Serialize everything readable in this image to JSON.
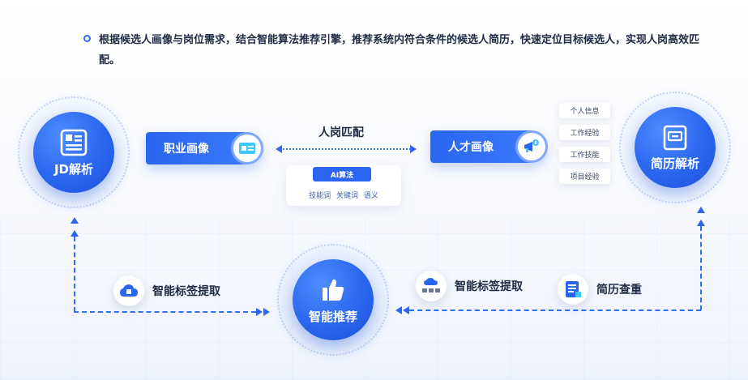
{
  "intro": {
    "text": "根据候选人画像与岗位需求，结合智能算法推荐引擎，推荐系统内符合条件的候选人简历，快速定位目标候选人，实现人岗高效匹配。"
  },
  "nodes": {
    "jd": {
      "label": "JD解析",
      "icon": "document-grid-icon"
    },
    "resume": {
      "label": "简历解析",
      "icon": "resume-frame-icon"
    },
    "recommend": {
      "label": "智能推荐",
      "icon": "thumbs-up-icon"
    }
  },
  "pills": {
    "career_profile": {
      "label": "职业画像",
      "icon": "id-card-icon"
    },
    "talent_profile": {
      "label": "人才画像",
      "icon": "megaphone-icon"
    }
  },
  "match": {
    "title": "人岗匹配",
    "ai_tag": "AI算法",
    "keywords": "技能词 关键词 语义"
  },
  "resume_tags": [
    "个人信息",
    "工作经验",
    "工作技能",
    "项目经验"
  ],
  "features": {
    "left_tag_extract": {
      "label": "智能标签提取",
      "icon": "cloud-chip-icon"
    },
    "right_tag_extract": {
      "label": "智能标签提取",
      "icon": "cloud-servers-icon"
    },
    "resume_dedup": {
      "label": "简历查重",
      "icon": "document-check-icon"
    }
  },
  "colors": {
    "primary": "#2a66ef",
    "text": "#1f2a44",
    "accent_light": "#3c7bff"
  }
}
